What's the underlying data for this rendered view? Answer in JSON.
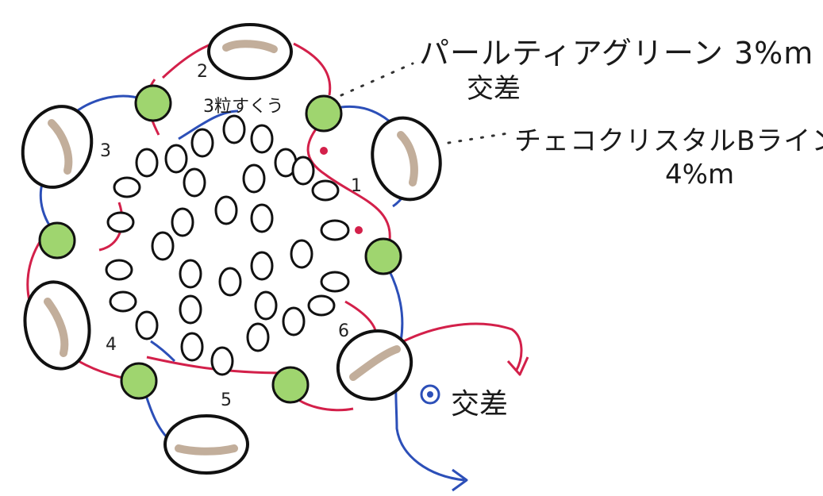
{
  "labels": {
    "pearl_name": "パールティアグリーン 3%m",
    "pearl_note": "交差",
    "crystal_name": "チェコクリスタルBライン",
    "crystal_size": "4%m",
    "center_note": "3粒すくう",
    "legend_cross": "交差"
  },
  "petal_numbers": [
    "1",
    "2",
    "3",
    "4",
    "5",
    "6"
  ],
  "colors": {
    "red_thread": "#d3204a",
    "blue_thread": "#2c4fb8",
    "pearl_green": "#9fd56f",
    "crystal_tan": "#b7a089",
    "outline": "#111111",
    "red_dot": "#d3204a",
    "cross_symbol": "#2c4fb8"
  }
}
